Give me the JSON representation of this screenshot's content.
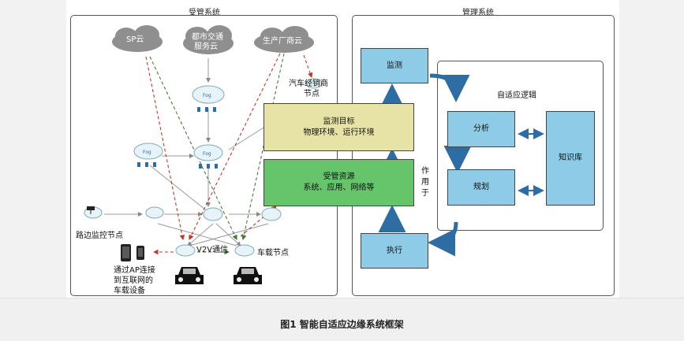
{
  "panels": {
    "managed_title": "受管系统",
    "management_title": "管理系统",
    "adaptive_logic_title": "自适应逻辑"
  },
  "clouds": {
    "sp": "SP云",
    "traffic_line1": "都市交通",
    "traffic_line2": "服务云",
    "maker": "生产厂商云"
  },
  "fog": {
    "label": "Fog"
  },
  "nodes": {
    "dealer_line1": "汽车经销商",
    "dealer_line2": "节点",
    "roadside": "路边监控节点",
    "v2v": "V2V通信",
    "vehicle": "车载节点",
    "ap_line1": "通过AP连接",
    "ap_line2": "到互联网的",
    "ap_line3": "车载设备"
  },
  "boxes": {
    "monitor_target_line1": "监测目标",
    "monitor_target_line2": "物理环境、运行环境",
    "managed_resource_line1": "受管资源",
    "managed_resource_line2": "系统、应用、网络等",
    "monitor": "监测",
    "execute": "执行",
    "analyze": "分析",
    "plan": "规划",
    "knowledge": "知识库"
  },
  "acts_on": [
    "作",
    "用",
    "于"
  ],
  "caption": "图1   智能自适应边缘系统框架",
  "colors": {
    "box_blue": "#8ecbe6",
    "box_yellow": "#e7e2a6",
    "box_green": "#66c46a",
    "arrow_blue": "#2e6da4",
    "cloud_gray": "#8f8f8f",
    "dashed_red": "#c0392b",
    "dashed_green": "#4a7a3a"
  }
}
